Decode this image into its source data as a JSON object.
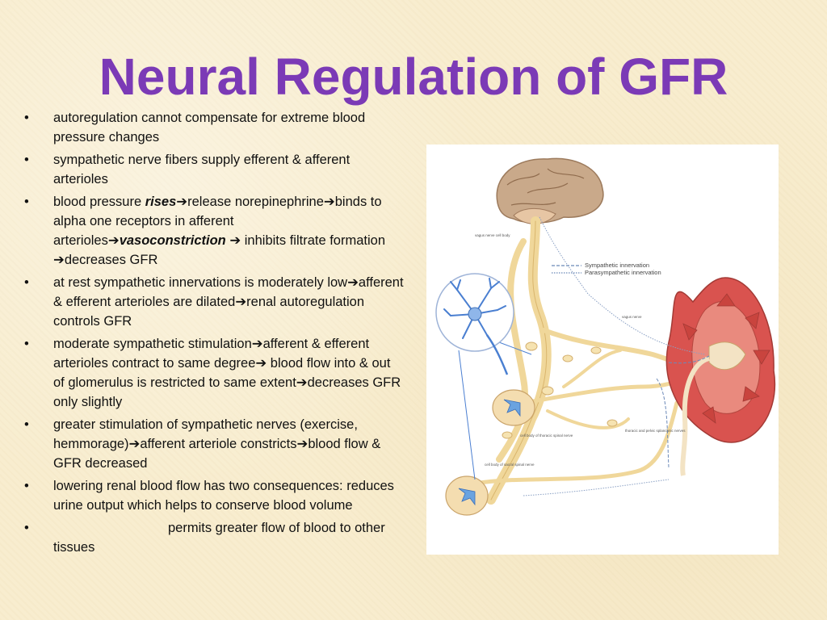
{
  "slide": {
    "title": "Neural Regulation of GFR",
    "bullet_char": "•",
    "arrow": "➔",
    "bullets": {
      "b1": {
        "text": "autoregulation cannot compensate for extreme blood pressure changes"
      },
      "b2": {
        "text": "sympathetic nerve fibers supply efferent & afferent arterioles"
      },
      "b3": {
        "part1": "blood pressure ",
        "em1": "rises",
        "part2": "release norepinephrine",
        "part3": "binds to alpha one receptors in afferent arterioles",
        "em2": "vasoconstriction",
        "part4": " ",
        "part5": " inhibits filtrate formation ",
        "part6": "decreases GFR"
      },
      "b4": {
        "part1": "at rest sympathetic innervations is moderately low",
        "part2": "afferent & efferent arterioles are dilated",
        "part3": "renal autoregulation controls GFR"
      },
      "b5": {
        "part1": "moderate sympathetic stimulation",
        "part2": "afferent & efferent arterioles contract to  same degree",
        "part3": " blood flow into & out of  glomerulus is restricted to same extent",
        "part4": "decreases GFR only slightly"
      },
      "b6": {
        "part1": "greater stimulation of sympathetic nerves (exercise, hemmorage)",
        "part2": "afferent arteriole constricts",
        "part3": "blood flow & GFR decreased"
      },
      "b7": {
        "text": "lowering renal blood flow has two consequences: reduces urine output which helps to conserve blood volume"
      },
      "b8": {
        "text": "permits greater flow of blood to other tissues"
      }
    }
  },
  "figure": {
    "legend": {
      "sympathetic": "Sympathetic innervation",
      "parasympathetic": "Parasympathetic innervation"
    },
    "labels": {
      "vagus_cell_body": "vagus nerve cell body",
      "vagus_nerve": "vagus nerve",
      "thoracic_cell_body": "cell body of thoracic spinal nerve",
      "sacral_cell_body": "cell body of sacral spinal nerve",
      "splanchnic": "thoracic and pelvic splanchnic nerves"
    },
    "colors": {
      "title": "#7b3ab6",
      "nerve": "#f0d79a",
      "kidney": "#d9534f",
      "neuron": "#4a7fd1",
      "brain": "#c9a98a"
    }
  }
}
